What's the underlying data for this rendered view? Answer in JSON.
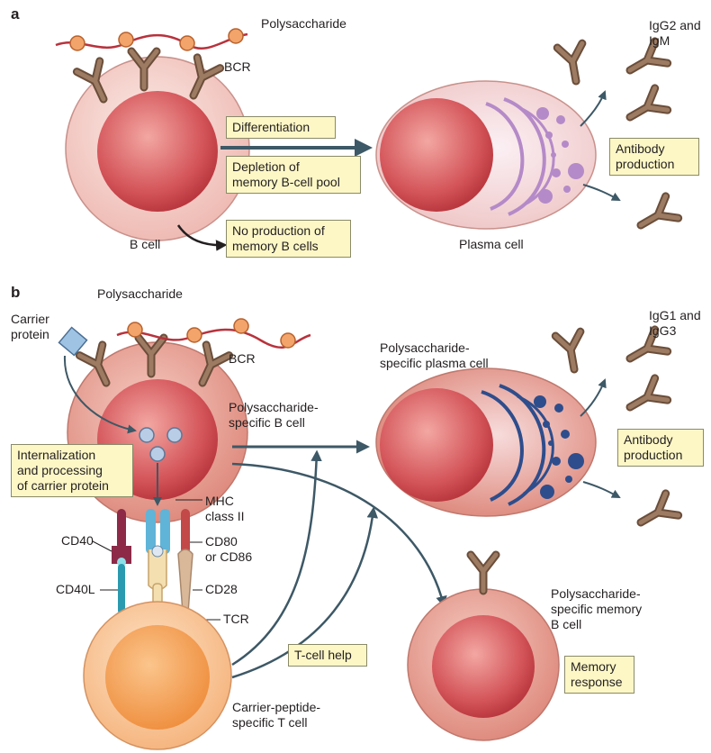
{
  "panel_a": {
    "letter": "a",
    "polysaccharide": "Polysaccharide",
    "bcr": "BCR",
    "b_cell": "B cell",
    "plasma_cell": "Plasma cell",
    "antibody_types": [
      "IgG2 and",
      "IgM"
    ],
    "box_differentiation": "Differentiation",
    "box_depletion": [
      "Depletion of",
      "memory B-cell pool"
    ],
    "box_no_production": [
      "No production of",
      "memory B cells"
    ],
    "box_antibody": [
      "Antibody",
      "production"
    ]
  },
  "panel_b": {
    "letter": "b",
    "polysaccharide": "Polysaccharide",
    "carrier": [
      "Carrier",
      "protein"
    ],
    "bcr": "BCR",
    "b_cell": [
      "Polysaccharide-",
      "specific B cell"
    ],
    "box_internalization": [
      "Internalization",
      "and processing",
      "of carrier protein"
    ],
    "mhc": [
      "MHC",
      "class II"
    ],
    "cd40": "CD40",
    "cd80": [
      "CD80",
      "or CD86"
    ],
    "cd40l": "CD40L",
    "cd28": "CD28",
    "tcr": "TCR",
    "t_cell": [
      "Carrier-peptide-",
      "specific T cell"
    ],
    "box_t_help": "T-cell help",
    "plasma_cell": [
      "Polysaccharide-",
      "specific plasma cell"
    ],
    "antibody_types": [
      "IgG1 and",
      "IgG3"
    ],
    "box_antibody": [
      "Antibody",
      "production"
    ],
    "memory_cell": [
      "Polysaccharide-",
      "specific memory",
      "B cell"
    ],
    "box_memory": [
      "Memory",
      "response"
    ]
  },
  "colors": {
    "cell_outer": "#f5d3cf",
    "nucleus": "#d4555a",
    "t_cell": "#f8c18f",
    "antibody": "#8a6a52",
    "arrow": "#3d5866",
    "polysaccharide_chain": "#b8323c",
    "bead": "#f2a46a",
    "vesicle_a": "#b58ac8",
    "vesicle_b": "#2e4d8c",
    "label_box": "#fdf7c6"
  }
}
